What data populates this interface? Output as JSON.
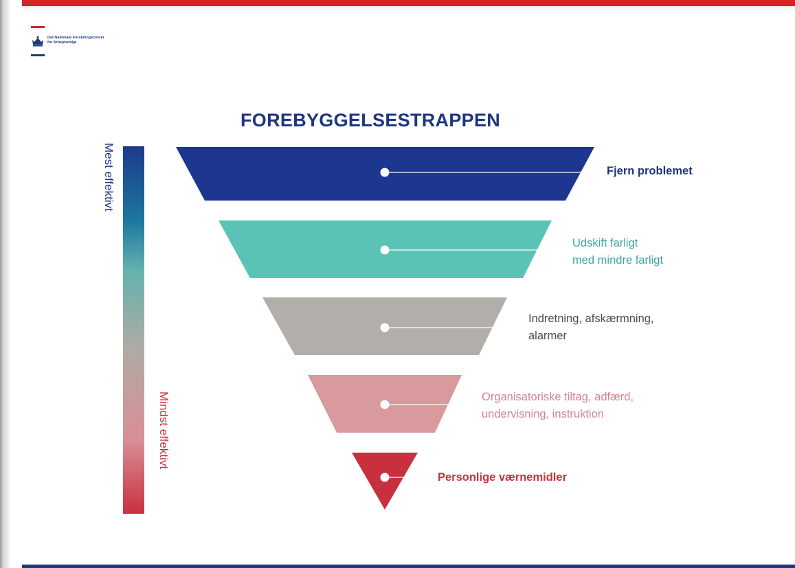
{
  "header": {
    "logo_line1": "Det Nationale Forskningscenter",
    "logo_line2": "for Arbejdsmiljø"
  },
  "title": "FOREBYGGELSESTRAPPEN",
  "scale": {
    "top_label": "Mest effektivt",
    "bottom_label": "Mindst effektivt"
  },
  "steps": [
    {
      "label_lines": [
        "Fjern problemet"
      ],
      "color": "#1d3790"
    },
    {
      "label_lines": [
        "Udskift farligt",
        "med mindre farligt"
      ],
      "color": "#5bc3b6"
    },
    {
      "label_lines": [
        "Indretning, afskærmning,",
        "alarmer"
      ],
      "color": "#b2aeaa"
    },
    {
      "label_lines": [
        "Organisatoriske tiltag, adfærd,",
        "undervisning, instruktion"
      ],
      "color": "#d99a9e"
    },
    {
      "label_lines": [
        "Personlige værnemidler"
      ],
      "color": "#c8303e"
    }
  ],
  "colors": {
    "top_bar": "#d2232a",
    "bottom_bar": "#1d3a78",
    "title": "#1f3580"
  }
}
